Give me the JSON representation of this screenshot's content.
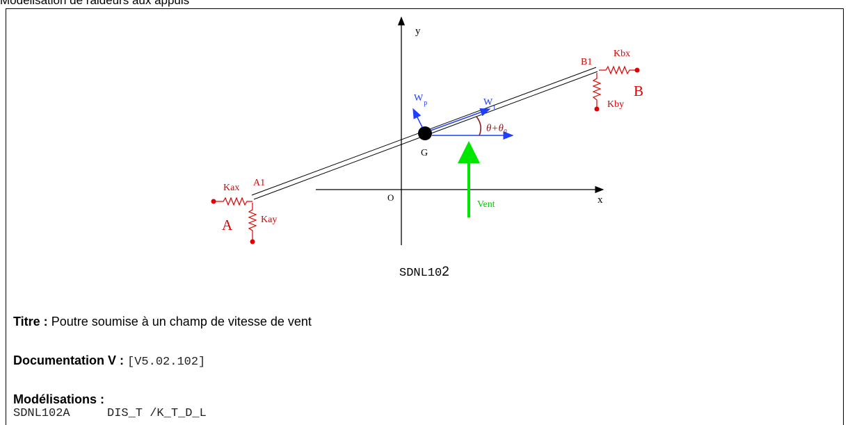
{
  "header": {
    "caption": "Modélisation de raideurs aux appuis"
  },
  "figure": {
    "labels": {
      "y": "y",
      "x": "x",
      "o": "O",
      "g": "G",
      "wp": "W",
      "wp_sub": "p",
      "wt": "W",
      "wt_sub": "t",
      "angle": "θ+θ₀",
      "vent": "Vent",
      "kbx": "Kbx",
      "kby": "Kby",
      "b1": "B1",
      "b": "B",
      "kax": "Kax",
      "kay": "Kay",
      "a1": "A1",
      "a": "A"
    },
    "caption_prefix": "SDNL10",
    "caption_suffix": "2",
    "colors": {
      "support": "#ff1a1a",
      "vector": "#1f3fff",
      "wind": "#00e600",
      "angle": "#8b1a1a"
    }
  },
  "info": {
    "titre_label": "Titre :",
    "titre_value": "Poutre soumise à un champ de vitesse de vent",
    "doc_label": "Documentation V :",
    "doc_value": "[V5.02.102]",
    "mod_label": "Modélisations :",
    "models": [
      {
        "code": "SDNL102A",
        "desc": "DIS_T /K_T_D_L"
      }
    ]
  }
}
